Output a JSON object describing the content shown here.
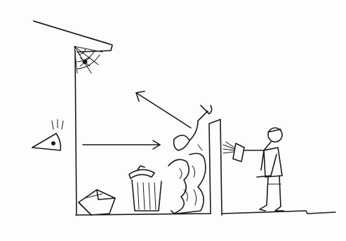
{
  "image": {
    "kind": "pen-and-ink sketch",
    "colors": {
      "ink": "#1a1a1a",
      "paper": "#fdfdfd"
    }
  },
  "scene": {
    "elements": [
      "roof-overhang",
      "spider-web",
      "wall-left",
      "eye",
      "arrow-right",
      "arrow-up-left",
      "cardboard-box",
      "trash-can",
      "graffiti-wall",
      "spray-can",
      "person-spraying",
      "ground-line"
    ]
  }
}
